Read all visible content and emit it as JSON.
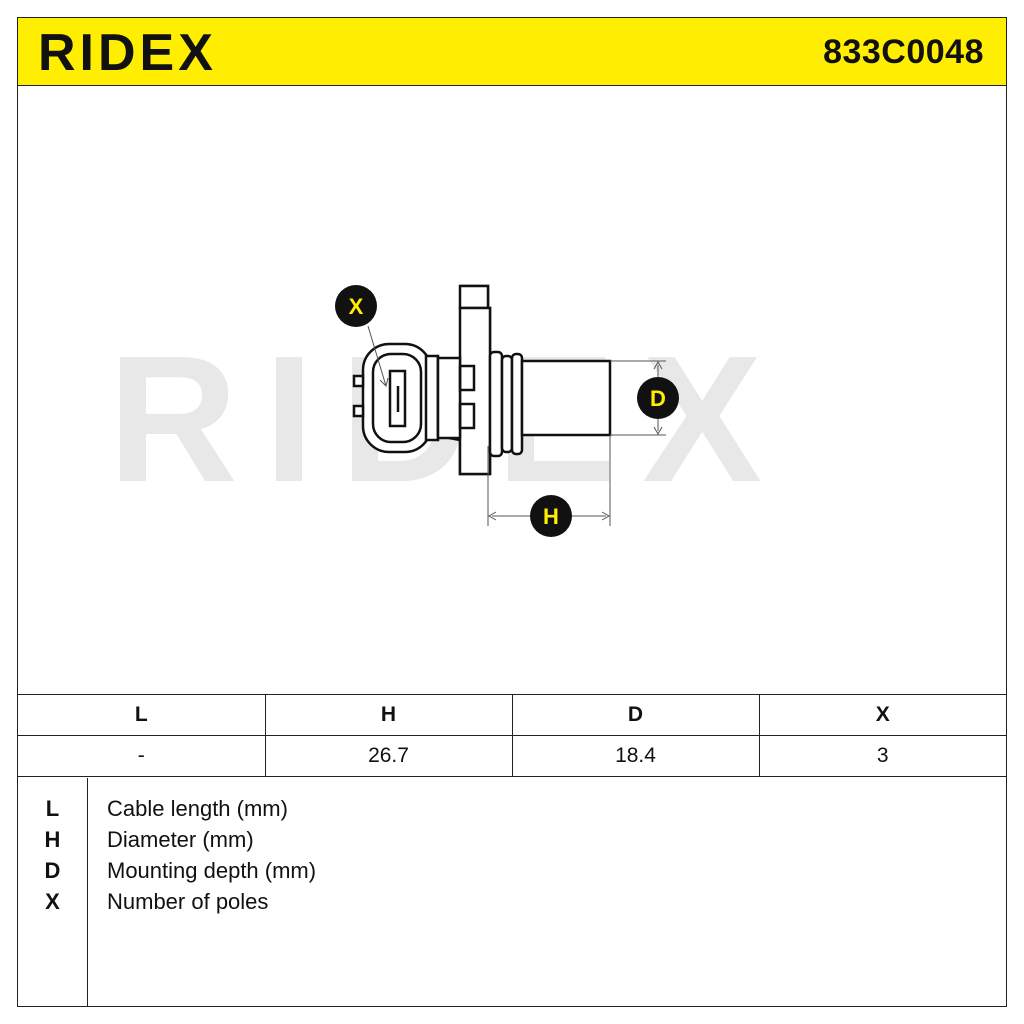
{
  "header": {
    "brand": "RIDEX",
    "part_number": "833C0048"
  },
  "drawing": {
    "watermark": "RIDEX",
    "markers": {
      "x": "X",
      "d": "D",
      "h": "H"
    }
  },
  "spec_table": {
    "columns": [
      "L",
      "H",
      "D",
      "X"
    ],
    "values": [
      "-",
      "26.7",
      "18.4",
      "3"
    ]
  },
  "legend": [
    {
      "key": "L",
      "desc": "Cable length (mm)"
    },
    {
      "key": "H",
      "desc": "Diameter (mm)"
    },
    {
      "key": "D",
      "desc": "Mounting depth (mm)"
    },
    {
      "key": "X",
      "desc": "Number of poles"
    }
  ],
  "colors": {
    "accent": "#ffee00",
    "line": "#222222",
    "watermark": "#e8e8e8"
  }
}
